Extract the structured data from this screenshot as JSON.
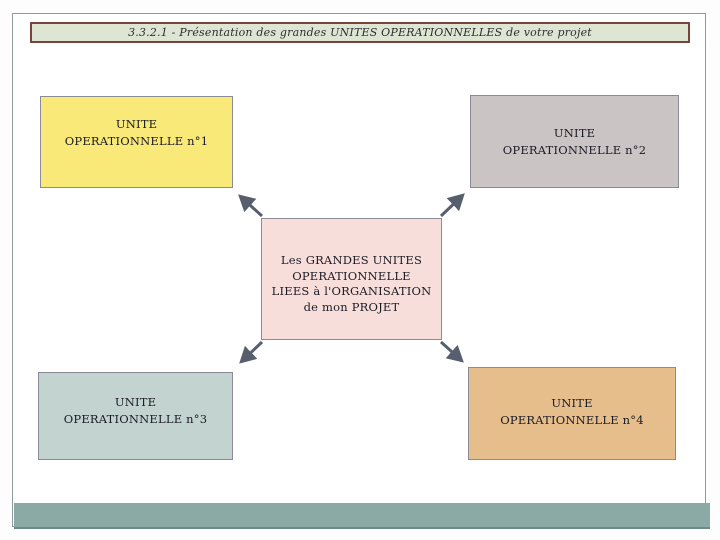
{
  "slide": {
    "title": "3.3.2.1 - Présentation des grandes UNITES OPERATIONNELLES de votre projet",
    "title_bg_color": "#dee5d3",
    "title_border_color": "#7a443e",
    "frame_border_color": "#8d9c9b"
  },
  "diagram": {
    "center_box": {
      "lines": [
        "Les GRANDES UNITES",
        "OPERATIONNELLE",
        "LIEES à l'ORGANISATION",
        "de mon PROJET"
      ],
      "fill_color": "#f8deda"
    },
    "units": [
      {
        "position": "top-left",
        "lines": [
          "UNITE",
          "OPERATIONNELLE n°1"
        ],
        "fill_color": "#f8e979"
      },
      {
        "position": "top-right",
        "lines": [
          "UNITE",
          "OPERATIONNELLE n°2"
        ],
        "fill_color": "#cbc4c4"
      },
      {
        "position": "bottom-left",
        "lines": [
          "UNITE",
          "OPERATIONNELLE n°3"
        ],
        "fill_color": "#c3d3d0"
      },
      {
        "position": "bottom-right",
        "lines": [
          "UNITE",
          "OPERATIONNELLE n°4"
        ],
        "fill_color": "#e6be8c"
      }
    ],
    "arrows": {
      "color": "#575f6e",
      "direction": "center-to-corners",
      "count": 4
    }
  },
  "footer": {
    "bar_color": "#8baaa5"
  }
}
